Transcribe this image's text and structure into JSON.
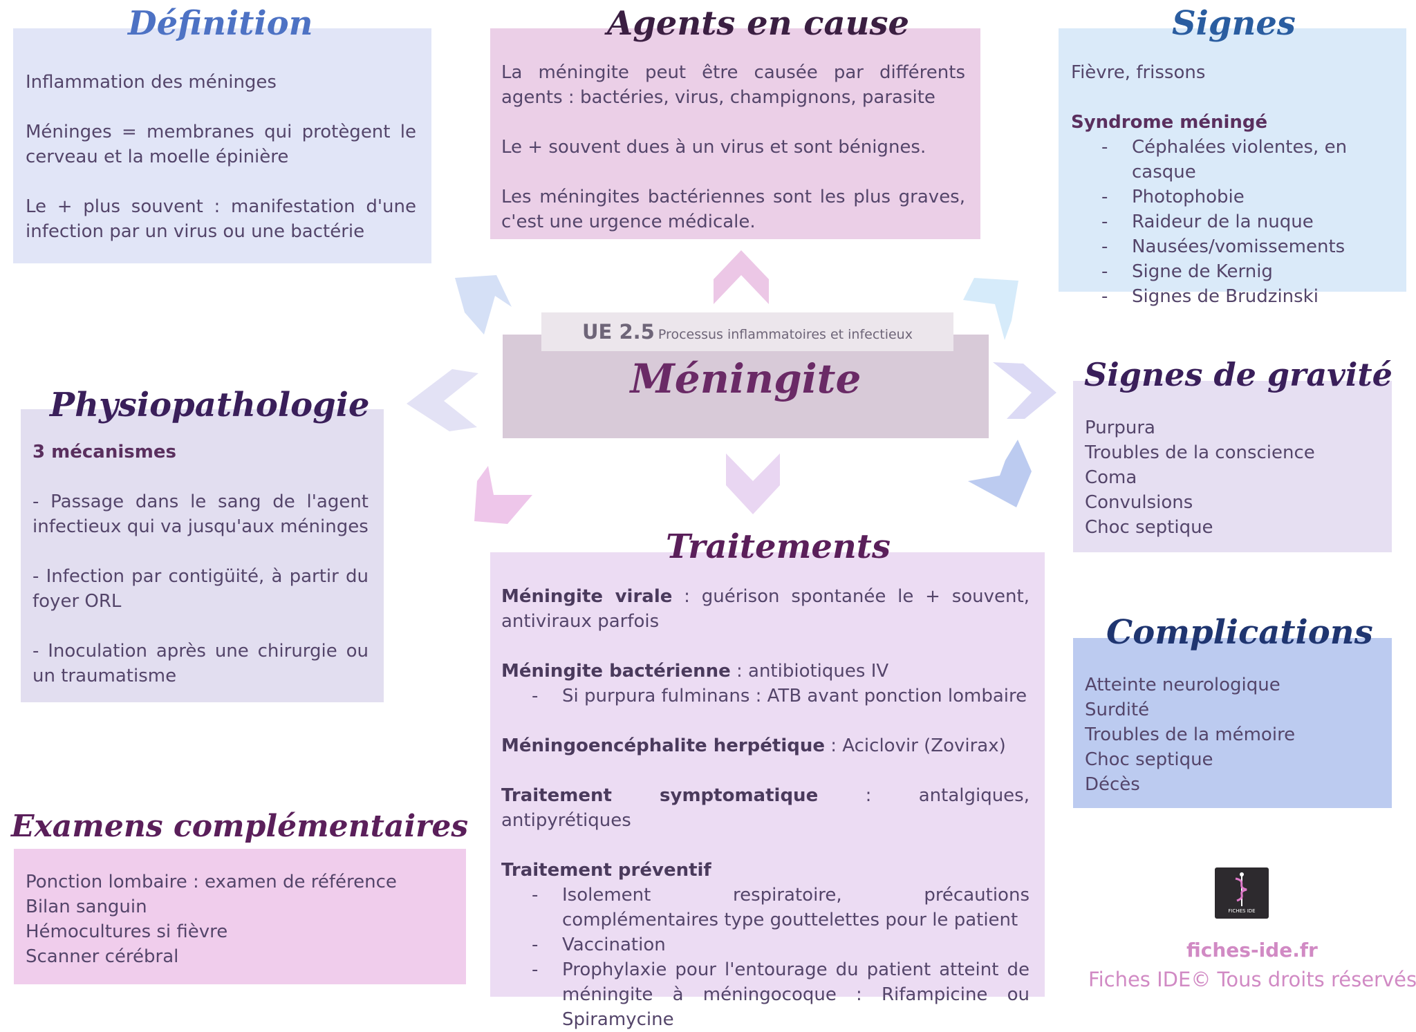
{
  "definition": {
    "title": "Définition",
    "p1": "Inflammation des méninges",
    "p2": "Méninges = membranes qui protègent le cerveau et la moelle épinière",
    "p3": "Le + plus souvent : manifestation d'une infection par un virus ou une bactérie"
  },
  "agents": {
    "title": "Agents en cause",
    "p1": "La méningite peut être causée par différents agents : bactéries, virus, champignons, parasite",
    "p2": "Le + souvent dues à un virus et sont bénignes.",
    "p3": "Les méningites bactériennes sont les plus graves, c'est une urgence médicale."
  },
  "signes": {
    "title": "Signes",
    "intro": "Fièvre, frissons",
    "subheading": "Syndrome méningé",
    "items": [
      "Céphalées violentes, en casque",
      "Photophobie",
      "Raideur de la nuque",
      "Nausées/vomissements",
      "Signe de Kernig",
      "Signes de Brudzinski"
    ]
  },
  "center": {
    "ue_code": "UE 2.5",
    "ue_label": "Processus inflammatoires et infectieux",
    "title": "Méningite"
  },
  "physio": {
    "title": "Physiopathologie",
    "heading": "3 mécanismes",
    "p1": "- Passage dans le sang de l'agent infectieux qui va jusqu'aux méninges",
    "p2": "- Infection par contigüité, à partir du foyer ORL",
    "p3": "- Inoculation après une chirurgie ou un traumatisme"
  },
  "gravite": {
    "title": "Signes de gravité",
    "items": [
      "Purpura",
      "Troubles de la conscience",
      "Coma",
      "Convulsions",
      "Choc septique"
    ]
  },
  "traitements": {
    "title": "Traitements",
    "virale_label": "Méningite virale",
    "virale_text": " : guérison spontanée le + souvent, antiviraux parfois",
    "bact_label": "Méningite bactérienne",
    "bact_text": " : antibiotiques IV",
    "bact_items": [
      "Si purpura fulminans : ATB avant ponction lombaire"
    ],
    "herp_label": "Méningoencéphalite herpétique",
    "herp_text": " : Aciclovir (Zovirax)",
    "sympt_label": "Traitement symptomatique",
    "sympt_text": " : antalgiques, antipyrétiques",
    "prev_label": "Traitement préventif",
    "prev_items": [
      "Isolement respiratoire, précautions complémentaires type gouttelettes pour le patient",
      "Vaccination",
      "Prophylaxie pour l'entourage du patient atteint de méningite à méningocoque : Rifampicine ou Spiramycine"
    ]
  },
  "complications": {
    "title": "Complications",
    "items": [
      "Atteinte neurologique",
      "Surdité",
      "Troubles de la mémoire",
      "Choc septique",
      "Décès"
    ]
  },
  "examens": {
    "title": "Examens complémentaires",
    "items": [
      "Ponction lombaire : examen de référence",
      "Bilan sanguin",
      "Hémocultures si fièvre",
      "Scanner cérébral"
    ]
  },
  "footer": {
    "logo_text": "FICHES IDE",
    "site": "fiches-ide.fr",
    "copyright": "Fiches IDE© Tous droits réservés"
  },
  "colors": {
    "definition_bg": "#e1e5f7",
    "agents_bg": "#ebcfe7",
    "signes_bg": "#daeaf9",
    "center_bg": "#d8cad8",
    "physio_bg": "#e2def0",
    "gravite_bg": "#e6dff2",
    "traitements_bg": "#ecdcf3",
    "complications_bg": "#bccbf0",
    "examens_bg": "#f0cdec"
  }
}
